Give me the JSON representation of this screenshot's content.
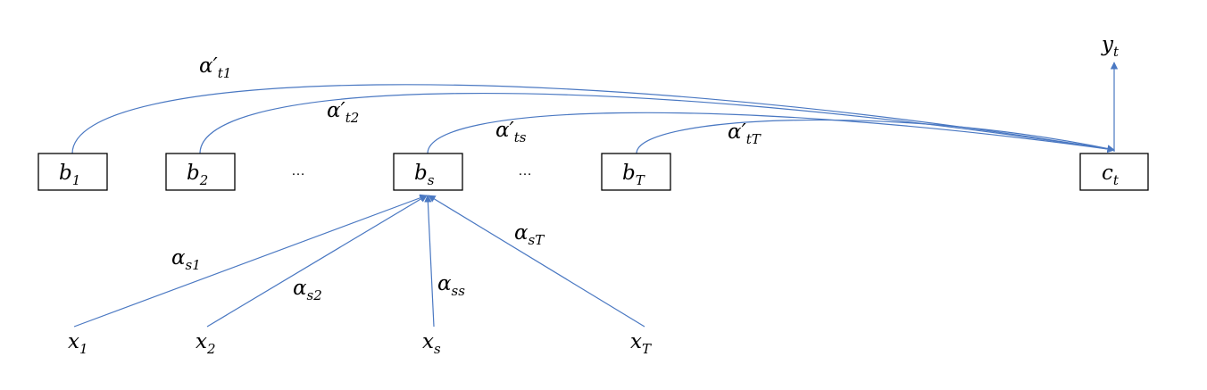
{
  "colors": {
    "edge": "#4a78c2",
    "box_border": "#000000",
    "text": "#000000"
  },
  "nodes": {
    "b1": {
      "main": "b",
      "sub": "1"
    },
    "b2": {
      "main": "b",
      "sub": "2"
    },
    "bs": {
      "main": "b",
      "sub": "s"
    },
    "bT": {
      "main": "b",
      "sub": "T"
    },
    "ct": {
      "main": "c",
      "sub": "t"
    }
  },
  "ellipses": [
    "…",
    "…"
  ],
  "output": {
    "main": "y",
    "sub": "t"
  },
  "inputs": [
    {
      "main": "x",
      "sub": "1"
    },
    {
      "main": "x",
      "sub": "2"
    },
    {
      "main": "x",
      "sub": "s"
    },
    {
      "main": "x",
      "sub": "T"
    }
  ],
  "top_weights": [
    {
      "main": "α′",
      "sub": "t1"
    },
    {
      "main": "α′",
      "sub": "t2"
    },
    {
      "main": "α′",
      "sub": "ts"
    },
    {
      "main": "α′",
      "sub": "tT"
    }
  ],
  "bottom_weights": [
    {
      "main": "α",
      "sub": "s1"
    },
    {
      "main": "α",
      "sub": "s2"
    },
    {
      "main": "α",
      "sub": "ss"
    },
    {
      "main": "α",
      "sub": "sT"
    }
  ]
}
